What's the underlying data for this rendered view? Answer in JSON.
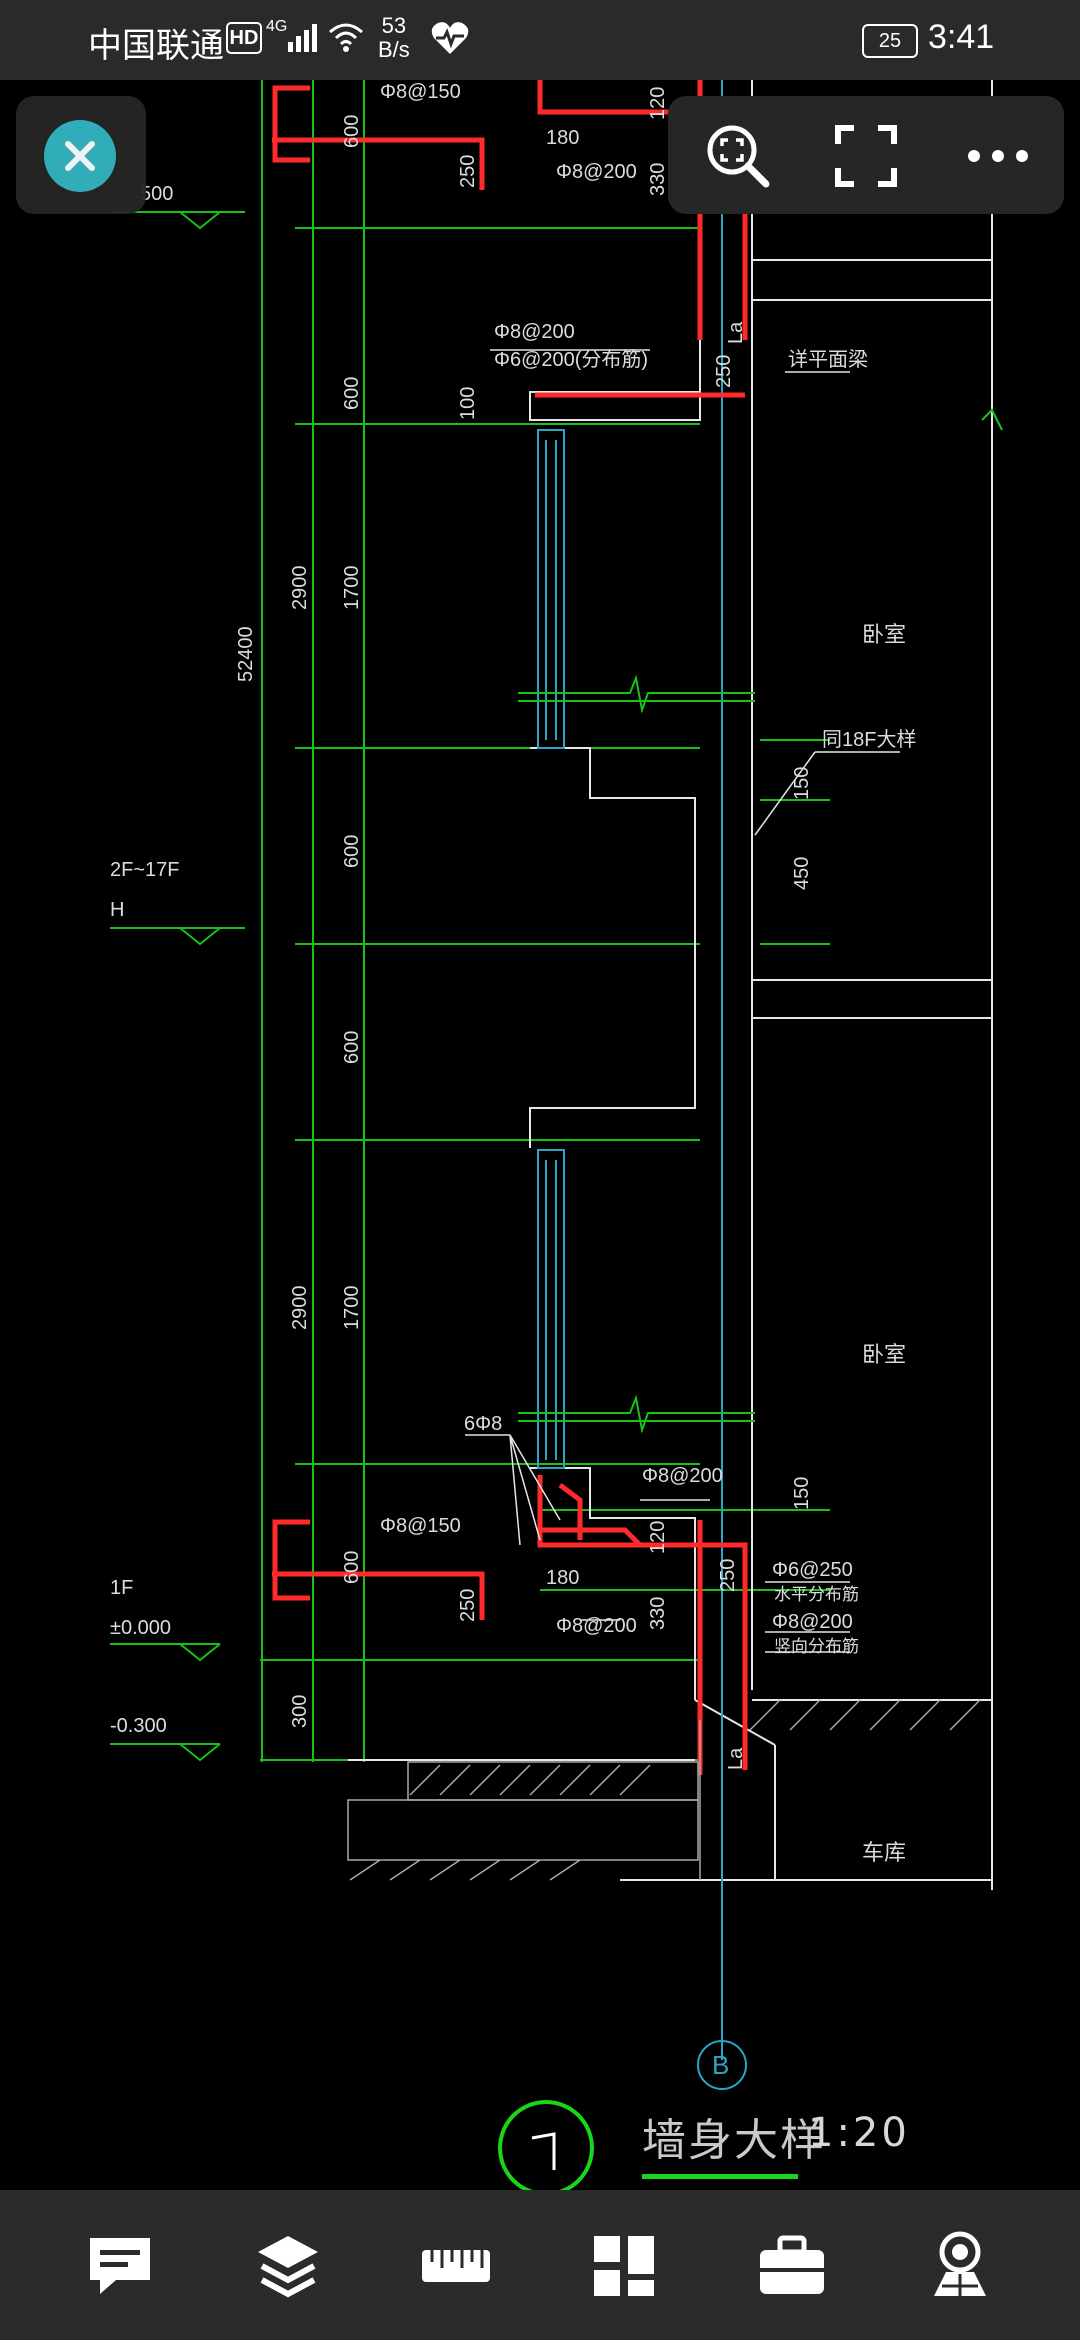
{
  "status_bar": {
    "carrier": "中国联通",
    "hd_badge": "HD",
    "network": "4G",
    "speed_value": "53",
    "speed_unit": "B/s",
    "battery": "25",
    "time": "3:41"
  },
  "drawing": {
    "labels": {
      "top_rebar_1": "Φ8@150",
      "top_rebar_2": "Φ8@200",
      "top_dim_180": "180",
      "top_dim_330": "330",
      "top_dim_120": "120",
      "top_dim_250": "250",
      "top_dim_600": "600",
      "beam_rebar_1": "Φ8@200",
      "beam_rebar_2": "Φ6@200(分布筋)",
      "beam_note": "详平面梁",
      "dim_100": "100",
      "dim_600_a": "600",
      "dim_1700_a": "1700",
      "dim_2900_a": "2900",
      "dim_52400": "52400",
      "room_bedroom_1": "卧室",
      "same_18f": "同18F大样",
      "dim_150": "150",
      "dim_450": "450",
      "floor_range": "2F~17F",
      "floor_h": "H",
      "dim_600_b": "600",
      "dim_600_c": "600",
      "dim_1700_b": "1700",
      "dim_2900_b": "2900",
      "room_bedroom_2": "卧室",
      "rebar_6phi8": "6Φ8",
      "rebar_phi8_200_b": "Φ8@200",
      "dim_150_b": "150",
      "rebar_phi8_150_b": "Φ8@150",
      "dim_600_d": "600",
      "dim_180_b": "180",
      "dim_120_b": "120",
      "dim_250_b": "250",
      "dim_250_c": "250",
      "rebar_phi6_250": "Φ6@250",
      "horizontal_dist": "水平分布筋",
      "rebar_phi8_200_c": "Φ8@200",
      "vertical_dist": "竖向分布筋",
      "rebar_phi8_200_d": "Φ8@200",
      "dim_330_b": "330",
      "floor_1f": "1F",
      "elev_zero": "±0.000",
      "elev_neg": "-0.300",
      "dim_300": "300",
      "room_garage": "车库",
      "la_1": "La",
      "la_2": "La",
      "grid_axis": "B",
      "top_left_partial": "500"
    },
    "title": "墙身大样",
    "scale": "1:20",
    "detail_number": "1"
  },
  "icons": {
    "close": "close-icon",
    "zoom_fit": "zoom-extents-icon",
    "fullscreen": "fullscreen-icon",
    "more": "more-icon",
    "comments": "comment-icon",
    "layers": "layers-icon",
    "measure": "ruler-icon",
    "layout": "layout-icon",
    "toolbox": "toolbox-icon",
    "view3d": "view-3d-icon"
  },
  "colors": {
    "accent_close": "#34b7c3",
    "rebar": "#ff2a2a",
    "cad_green": "#19c119",
    "cad_line": "#e6e6e6",
    "cad_cyan": "#2aa6c4"
  }
}
